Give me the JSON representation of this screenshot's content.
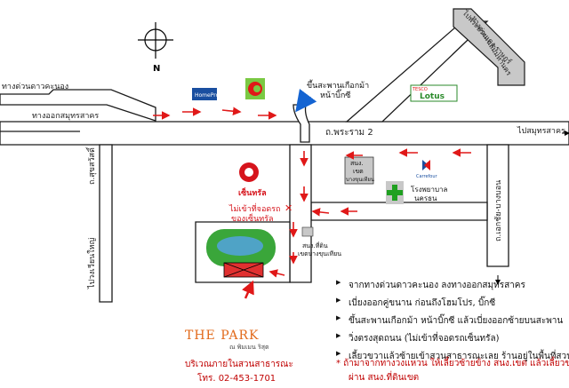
{
  "map": {
    "north_label": "N",
    "roads": {
      "expressway": "ทางด่วนดาวคะนอง",
      "exit_samut": "ทางออกสมุทรสาคร",
      "rama2": "ถ.พระราม 2",
      "to_samut": "ไปสมุทรสาคร",
      "suksawat": "ถ.สุขสวัสดิ์",
      "phra_pradaeng": "ไปพระประแดง-ราษฎร์",
      "expressway_exit_top": "ทางด่วนเฉลิมมหานคร",
      "to_wian_yai": "ไปวงเวียนใหญ่",
      "ekachai": "ถ.เอกชัย-บางบอน"
    },
    "places": {
      "homepro": "HomePro",
      "tesco_lotus": "Lotus",
      "tesco_small": "TESCO",
      "carrefour": "Carrefour",
      "flyover_note_1": "ขึ้นสะพานเกือกม้า",
      "flyover_note_2": "หน้าบิ๊กซี",
      "central_name": "เซ็นทรัล",
      "no_parking_1": "ไม่เข้าที่จอดรถ",
      "no_parking_2": "ของเซ็นทรัล",
      "district_office_1": "สนง.",
      "district_office_2": "เขต",
      "district_office_3": "บางขุนเทียน",
      "hospital_1": "โรงพยาบาล",
      "hospital_2": "นครธน",
      "land_office_1": "สนง.ที่ดิน",
      "land_office_2": "เขตบางขุนเทียน"
    },
    "park": {
      "title": "THE PARK",
      "subtitle": "ณ พิมเมน ริสุต",
      "area": "บริเวณภายในสวนสาธารณะ",
      "tel": "โทร. 02-453-1701"
    }
  },
  "directions": {
    "steps": [
      "จากทางด่วนดาวคะนอง ลงทางออกสมุทรสาคร",
      "เบี่ยงออกคู่ขนาน ก่อนถึงโฮมโปร, บิ๊กซี",
      "ขึ้นสะพานเกือกม้า หน้าบิ๊กซี แล้วเบี่ยงออกซ้ายบนสะพาน",
      "วิ่งตรงสุดถนน (ไม่เข้าที่จอดรถเซ็นทรัล)",
      "เลี้ยวขวาแล้วซ้ายเข้าสวนสาธารณะเลย ร้านอยู่ในพื้นที่สวน"
    ],
    "note_1": "* ถ้ามาจากทางวงแหวน ให้เลี้ยวซ้ายข้าง สนง.เขต แล้วเลี้ยวขวา",
    "note_2": "ผ่าน สนง.ที่ดินเขต"
  },
  "colors": {
    "road_fill": "#ffffff",
    "road_edge": "#1a1a1a",
    "route_red": "#e01818",
    "flyover_blue": "#1464d2",
    "central_red": "#d6141c",
    "hospital_green": "#1fa020",
    "grey_block": "#c8c8c8",
    "park_green": "#3aa63a",
    "park_water": "#4fa3c6"
  }
}
